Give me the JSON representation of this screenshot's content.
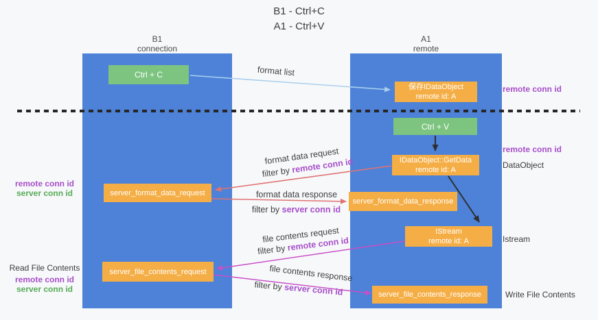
{
  "title": {
    "line1": "B1 - Ctrl+C",
    "line2": "A1 - Ctrl+V"
  },
  "lanes": {
    "left": {
      "name": "B1",
      "role": "connection"
    },
    "right": {
      "name": "A1",
      "role": "remote"
    }
  },
  "nodes": {
    "ctrl_c": {
      "label": "Ctrl + C"
    },
    "save_idataobject": {
      "line1": "保存IDataObject",
      "line2": "remote id: A"
    },
    "ctrl_v": {
      "label": "Ctrl + V"
    },
    "idataobject_getdata": {
      "line1": "IDataObject::GetData",
      "line2": "remote id: A"
    },
    "server_format_data_request": {
      "label": "server_format_data_request"
    },
    "server_format_data_response": {
      "label": "server_format_data_response"
    },
    "istream": {
      "line1": "IStream",
      "line2": "remote id: A"
    },
    "server_file_contents_request": {
      "label": "server_file_contents_request"
    },
    "server_file_contents_response": {
      "label": "server_file_contents_response"
    }
  },
  "edge_labels": {
    "format_list": "format list",
    "format_data_request": "format data request",
    "format_data_response": "format data response",
    "file_contents_request": "file contents request",
    "file_contents_response": "file contents response",
    "filter_by": "filter by",
    "remote_conn_id": "remote conn id",
    "server_conn_id": "server conn id"
  },
  "side_labels": {
    "left_format_remote": "remote conn id",
    "left_format_server": "server conn id",
    "left_read_title": "Read File Contents",
    "left_read_remote": "remote conn id",
    "left_read_server": "server conn id",
    "right_save_remote": "remote conn id",
    "right_paste_remote": "remote conn id",
    "right_dataobject": "DataObject",
    "right_istream": "Istream",
    "right_write": "Write File Contents"
  },
  "colors": {
    "lane_blue": "#4d82d8",
    "node_orange": "#f5ae45",
    "node_green": "#7cc47f",
    "label_purple": "#a64fc8",
    "label_green": "#56ab57",
    "arrow_red": "#e07273",
    "arrow_magenta": "#c84fc8",
    "arrow_blue": "#a9cfed",
    "arrow_black": "#2e2e2e"
  }
}
